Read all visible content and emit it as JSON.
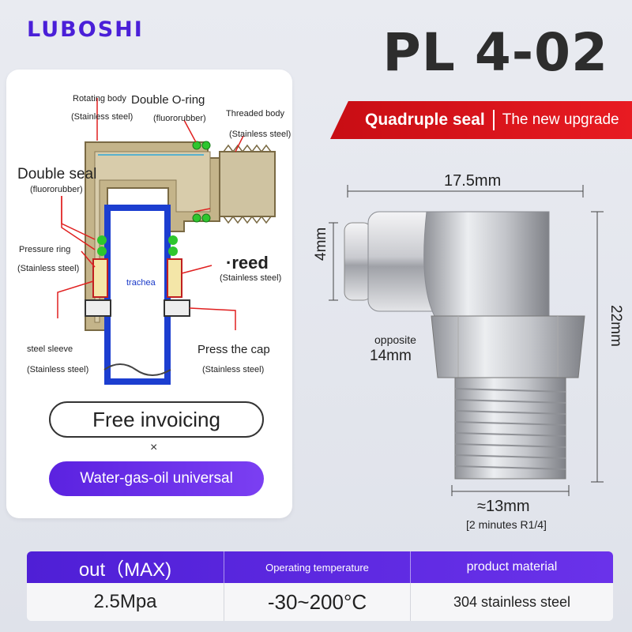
{
  "header": {
    "brand": "LUBOSHI",
    "model": "PL 4-02"
  },
  "banner": {
    "feature": "Quadruple seal",
    "tagline": "The new upgrade"
  },
  "diagram": {
    "labels": {
      "rotating_body": "Rotating body",
      "rotating_body_mat": "(Stainless steel)",
      "double_oring": "Double O-ring",
      "double_oring_mat": "(fluororubber)",
      "threaded_body": "Threaded body",
      "threaded_body_mat": "(Stainless steel)",
      "double_seal": "Double seal",
      "double_seal_mat": "(fluororubber)",
      "pressure_ring": "Pressure ring",
      "pressure_ring_mat": "(Stainless steel)",
      "reed": "·reed",
      "reed_mat": "(Stainless steel)",
      "trachea": "trachea",
      "steel_sleeve": "steel sleeve",
      "steel_sleeve_mat": "(Stainless steel)",
      "press_cap": "Press the cap",
      "press_cap_mat": "(Stainless steel)"
    },
    "colors": {
      "body": "#c4b48a",
      "tube": "#1c3ed0",
      "seal": "#2ec62e",
      "arrow": "#e02020"
    }
  },
  "features": {
    "invoicing": "Free invoicing",
    "times": "×",
    "universal": "Water-gas-oil universal"
  },
  "dimensions": {
    "width": "17.5mm",
    "tube": "4mm",
    "height": "22mm",
    "hex_label": "opposite",
    "hex_size": "14mm",
    "thread": "≈13mm",
    "thread_spec": "[2 minutes R1/4]"
  },
  "specs": {
    "headers": [
      "out（MAX)",
      "Operating temperature",
      "product material"
    ],
    "values": [
      "2.5Mpa",
      "-30~200°C",
      "304 stainless steel"
    ]
  }
}
